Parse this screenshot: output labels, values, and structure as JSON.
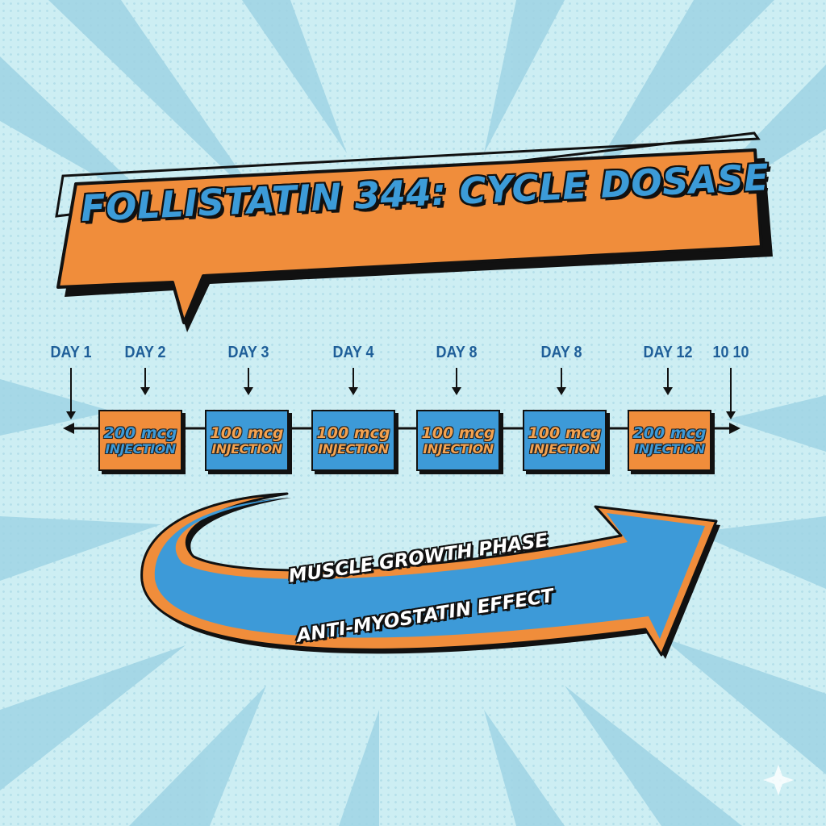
{
  "title": "FOLLISTATIN 344: CYCLE DOSASE",
  "timeline": {
    "day_labels": [
      "DAY 1",
      "DAY 2",
      "DAY 3",
      "DAY 4",
      "DAY 8",
      "DAY 8",
      "DAY 12",
      "10 10"
    ],
    "doses": [
      {
        "amount": "200 mcg",
        "label": "INJECTION",
        "color": "orange"
      },
      {
        "amount": "100 mcg",
        "label": "INJECTION",
        "color": "blue"
      },
      {
        "amount": "100 mcg",
        "label": "INJECTION",
        "color": "blue"
      },
      {
        "amount": "100 mcg",
        "label": "INJECTION",
        "color": "blue"
      },
      {
        "amount": "100 mcg",
        "label": "INJECTION",
        "color": "blue"
      },
      {
        "amount": "200 mcg",
        "label": "INJECTION",
        "color": "orange"
      }
    ]
  },
  "phase_arrow": {
    "line1": "MUSCLE GROWTH PHASE",
    "line2": "ANTI-MYOSTATIN EFFECT"
  },
  "colors": {
    "background": "#cdeef3",
    "orange": "#f08d3b",
    "blue": "#3d9ad8",
    "outline": "#111111",
    "label_blue": "#1f5f99"
  }
}
